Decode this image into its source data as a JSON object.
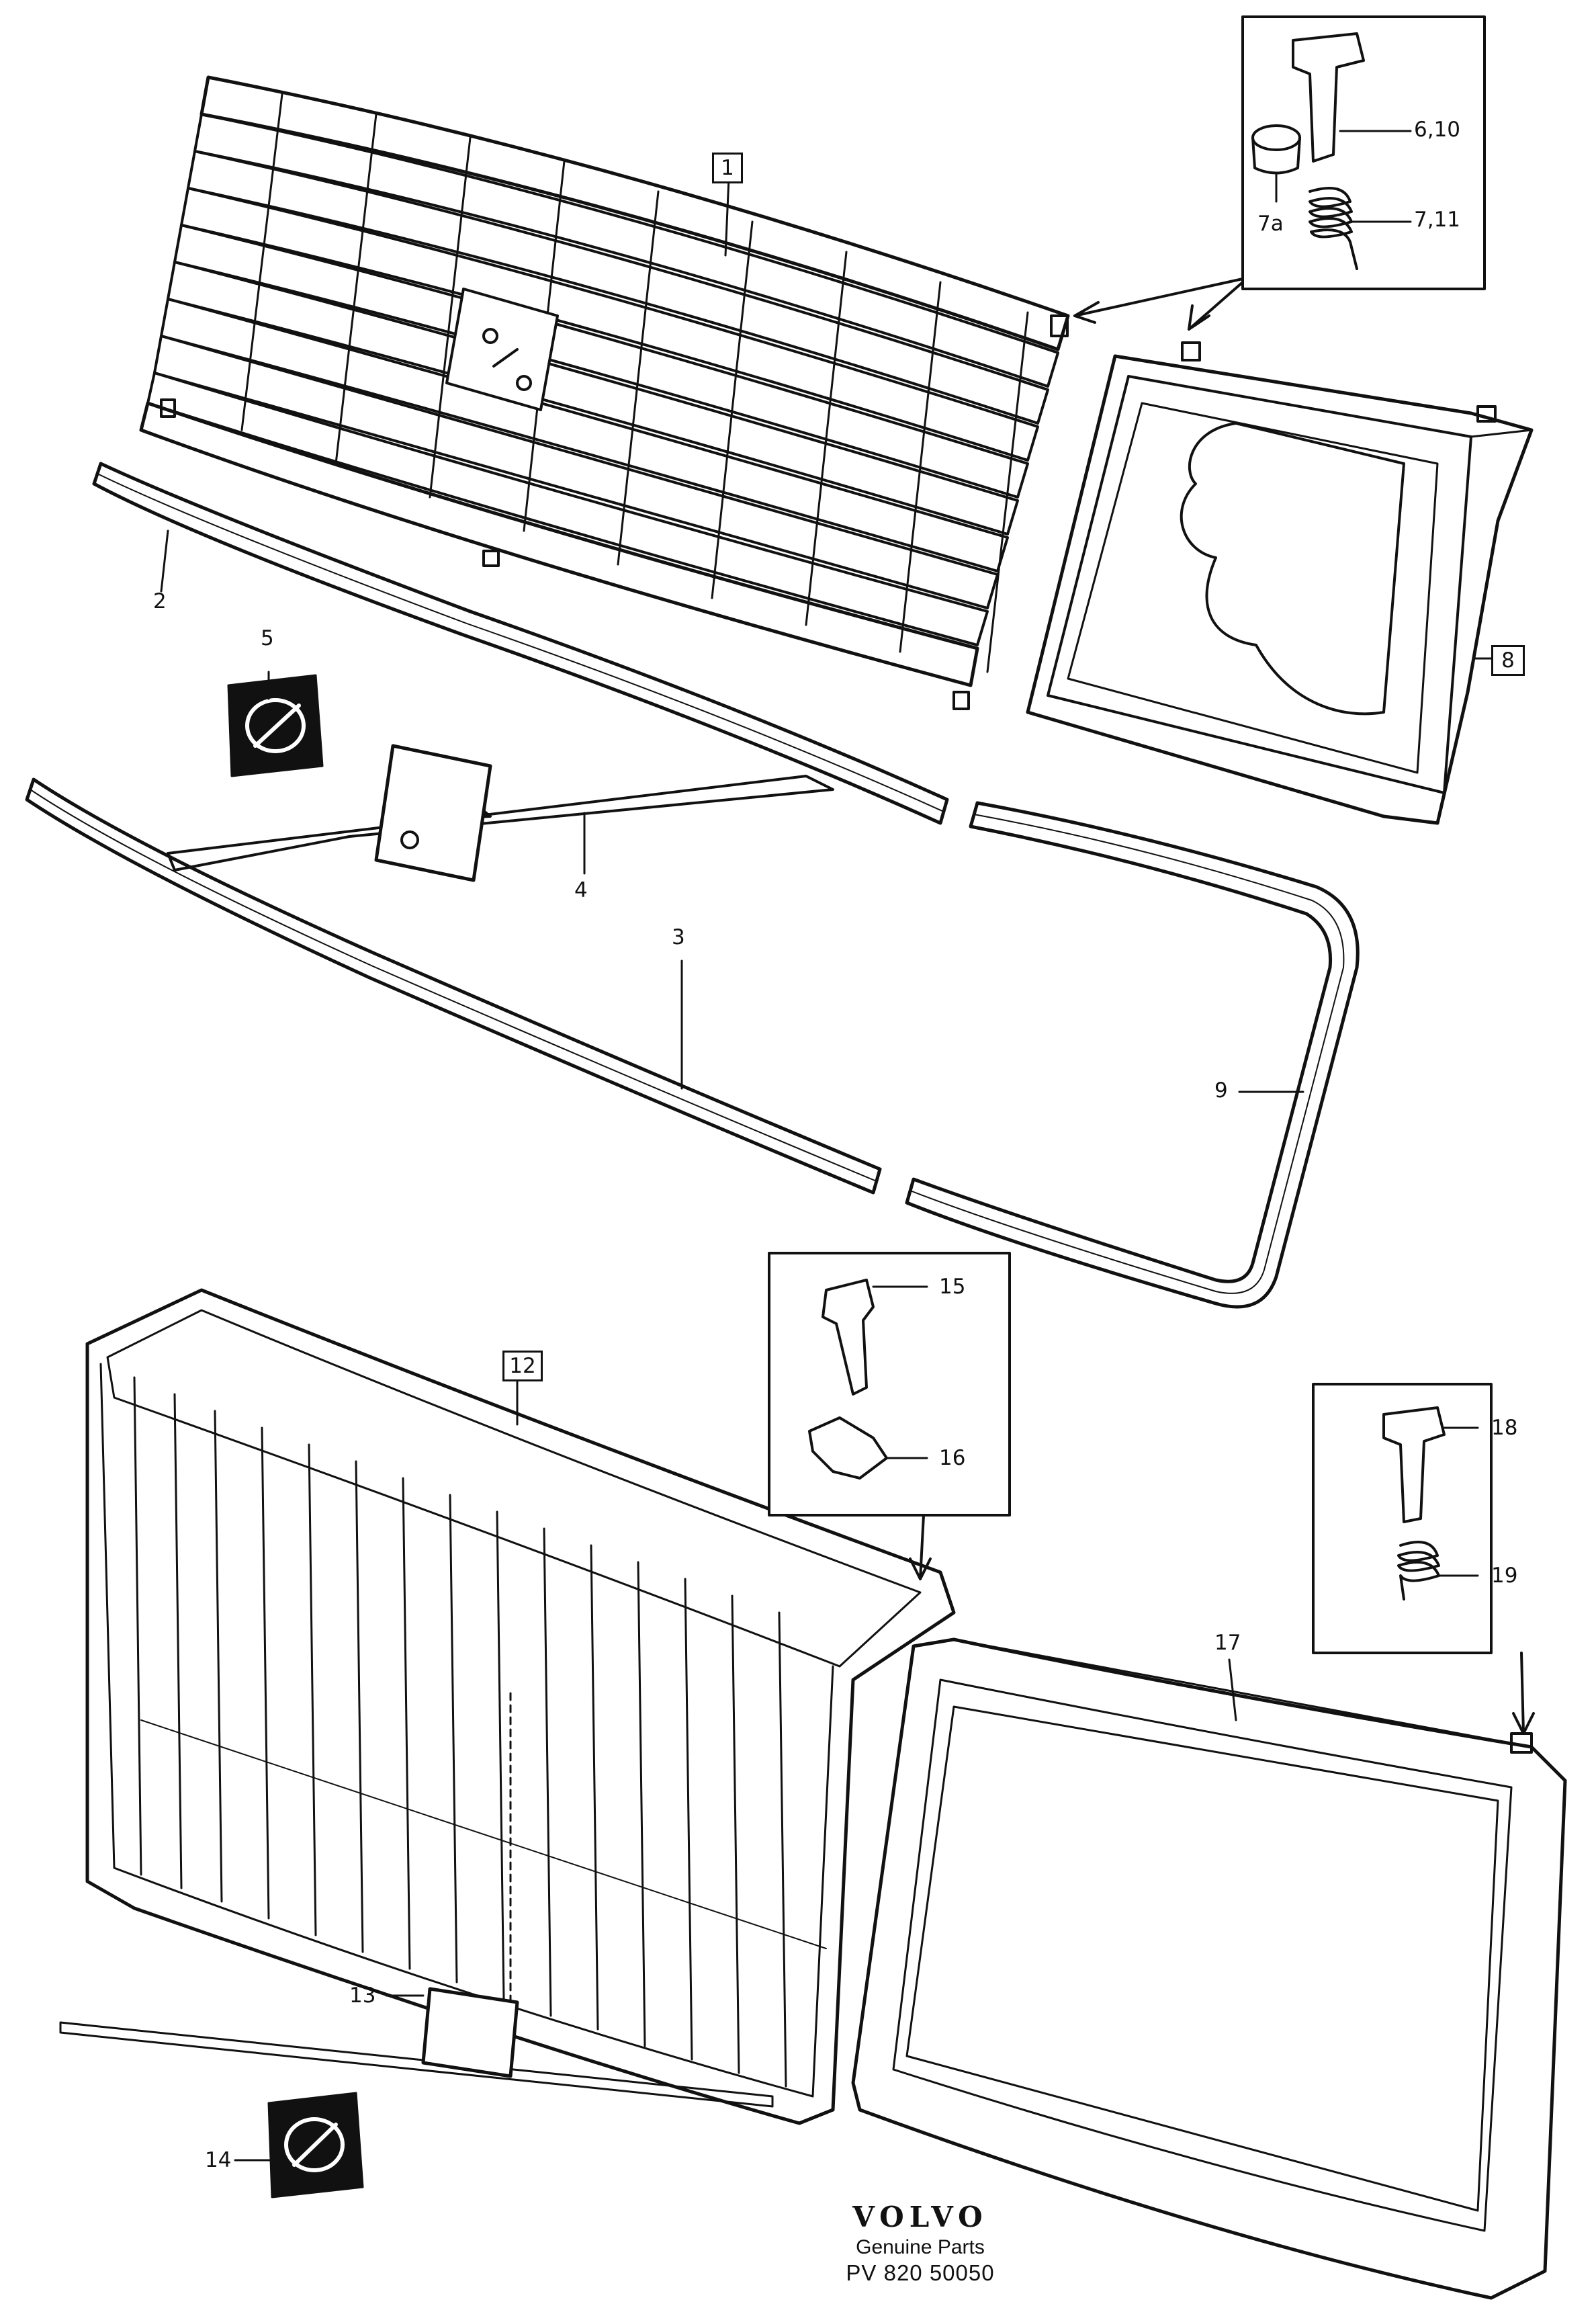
{
  "labels": {
    "l1": "1",
    "l2": "2",
    "l3": "3",
    "l4": "4",
    "l5": "5",
    "l6_10": "6,10",
    "l7_11": "7,11",
    "l7a": "7a",
    "l8": "8",
    "l9": "9",
    "l12": "12",
    "l13": "13",
    "l14": "14",
    "l15": "15",
    "l16": "16",
    "l17": "17",
    "l18": "18",
    "l19": "19"
  },
  "brand": {
    "name": "VOLVO",
    "subtitle": "Genuine Parts",
    "code": "PV 820 50050"
  }
}
